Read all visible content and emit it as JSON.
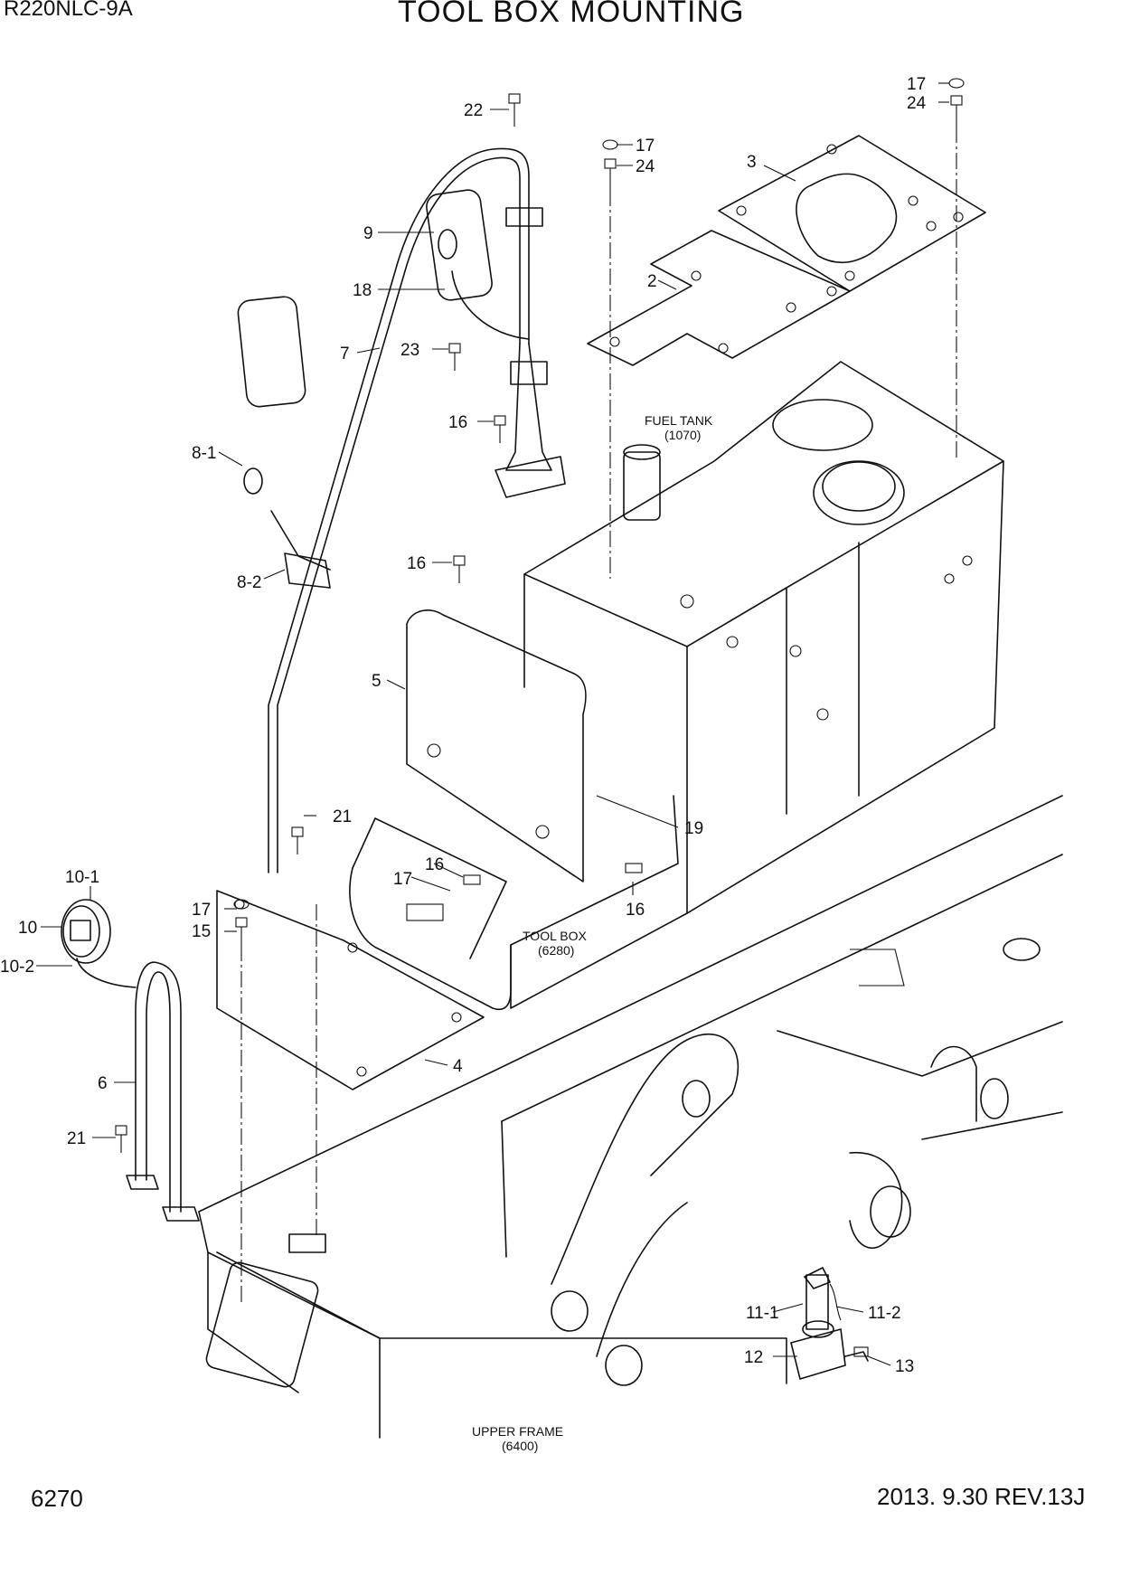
{
  "header": {
    "model": "R220NLC-9A",
    "title": "TOOL BOX MOUNTING"
  },
  "footer": {
    "page_number": "6270",
    "revision": "2013. 9.30  REV.13J"
  },
  "references": {
    "fuel_tank": {
      "name": "FUEL TANK",
      "code": "(1070)"
    },
    "tool_box": {
      "name": "TOOL BOX",
      "code": "(6280)"
    },
    "upper_frame": {
      "name": "UPPER FRAME",
      "code": "(6400)"
    }
  },
  "callouts": {
    "c22": "22",
    "c17a": "17",
    "c24a": "24",
    "c3": "3",
    "c17b": "17",
    "c24b": "24",
    "c9": "9",
    "c2": "2",
    "c18": "18",
    "c7": "7",
    "c23": "23",
    "c16a": "16",
    "c8_1": "8-1",
    "c8_2": "8-2",
    "c16b": "16",
    "c5": "5",
    "c21a": "21",
    "c19": "19",
    "c10_1": "10-1",
    "c16c": "16",
    "c17c": "17",
    "c10": "10",
    "c17d": "17",
    "c16d": "16",
    "c15": "15",
    "c10_2": "10-2",
    "c4": "4",
    "c6": "6",
    "c21b": "21",
    "c11_1": "11-1",
    "c11_2": "11-2",
    "c12": "12",
    "c13": "13"
  }
}
